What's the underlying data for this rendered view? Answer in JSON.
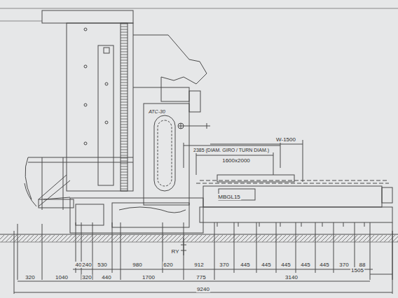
{
  "diagram": {
    "labels": [
      "ATC-30",
      "W-1500",
      "2385 (DIAM. GIRO / TURN DIAM.)",
      "1600x2000",
      "MBGL15",
      "RY",
      "40",
      "240",
      "530",
      "980",
      "620",
      "912",
      "370",
      "445",
      "445",
      "445",
      "445",
      "445",
      "370",
      "88",
      "1505",
      "320",
      "1040",
      "320",
      "440",
      "1700",
      "775",
      "3140",
      "9240"
    ]
  }
}
